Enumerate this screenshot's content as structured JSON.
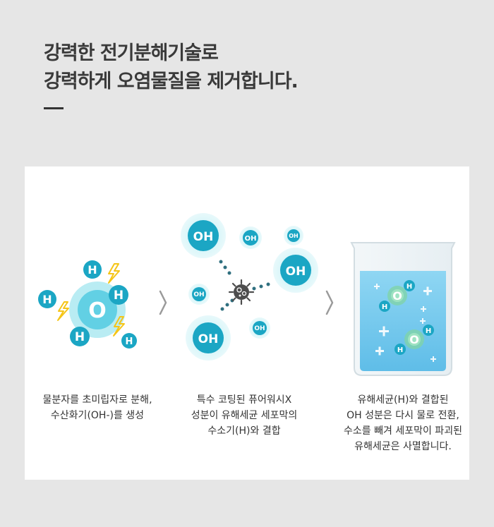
{
  "headline": {
    "line1": "강력한 전기분해기술로",
    "line2": "강력하게 오염물질을 제거합니다."
  },
  "labels": {
    "o": "O",
    "h": "H",
    "oh": "OH"
  },
  "steps": [
    {
      "caption": [
        "물분자를 초미립자로 분해,",
        "수산화기(OH-)를 생성"
      ]
    },
    {
      "caption": [
        "특수 코팅된 퓨어워시X",
        "성분이 유해세균 세포막의",
        "수소기(H)와 결합"
      ]
    },
    {
      "caption": [
        "유해세균(H)와 결합된",
        "OH 성분은 다시 물로 전환,",
        "수소를 빼겨 세포막이 파괴된",
        "유해세균은 사멸합니다."
      ]
    }
  ],
  "icons": [
    "lightning-bolt-icon",
    "chevron-right-icon",
    "bacteria-icon",
    "beaker-icon",
    "plus-icon"
  ],
  "colors": {
    "teal": "#1ba6c4",
    "teal_light": "#62d4e6",
    "glow": "#bfeef4",
    "bolt": "#f5c518",
    "water": "#7ecff0",
    "chevron": "#9a9a9a",
    "bacteria": "#555555"
  }
}
